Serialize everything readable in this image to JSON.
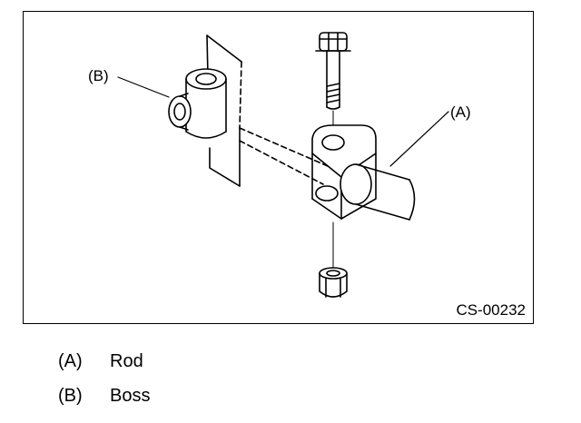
{
  "figure": {
    "code": "CS-00232",
    "callouts": [
      {
        "id": "A",
        "text": "(A)"
      },
      {
        "id": "B",
        "text": "(B)"
      }
    ]
  },
  "legend": [
    {
      "key": "(A)",
      "label": "Rod"
    },
    {
      "key": "(B)",
      "label": "Boss"
    }
  ]
}
